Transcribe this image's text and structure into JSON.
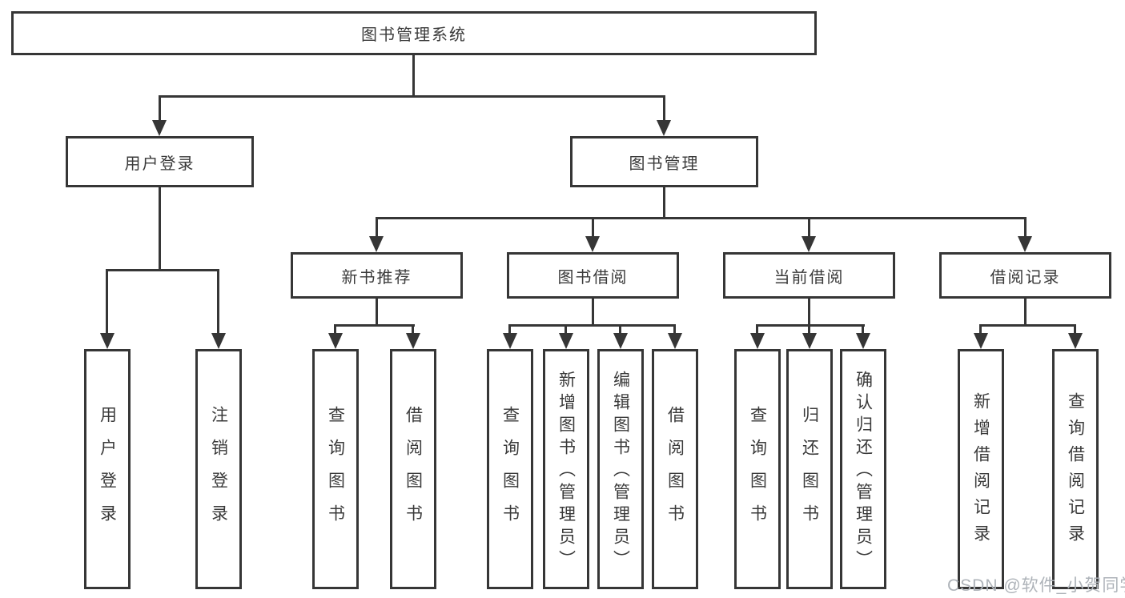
{
  "colors": {
    "line": "#363636",
    "text": "#3a3a3a",
    "background": "#ffffff",
    "watermark": "#aeb3b9"
  },
  "tree": {
    "root": "图书管理系统",
    "branches": [
      {
        "label": "用户登录",
        "leaves": [
          "用户登录",
          "注销登录"
        ]
      },
      {
        "label": "图书管理",
        "groups": [
          {
            "label": "新书推荐",
            "leaves": [
              "查询图书",
              "借阅图书"
            ]
          },
          {
            "label": "图书借阅",
            "leaves": [
              "查询图书",
              "新增图书（管理员）",
              "编辑图书（管理员）",
              "借阅图书"
            ]
          },
          {
            "label": "当前借阅",
            "leaves": [
              "查询图书",
              "归还图书",
              "确认归还（管理员）"
            ]
          },
          {
            "label": "借阅记录",
            "leaves": [
              "新增借阅记录",
              "查询借阅记录"
            ]
          }
        ]
      }
    ]
  },
  "watermark": "CSDN @软件_小贺同学"
}
